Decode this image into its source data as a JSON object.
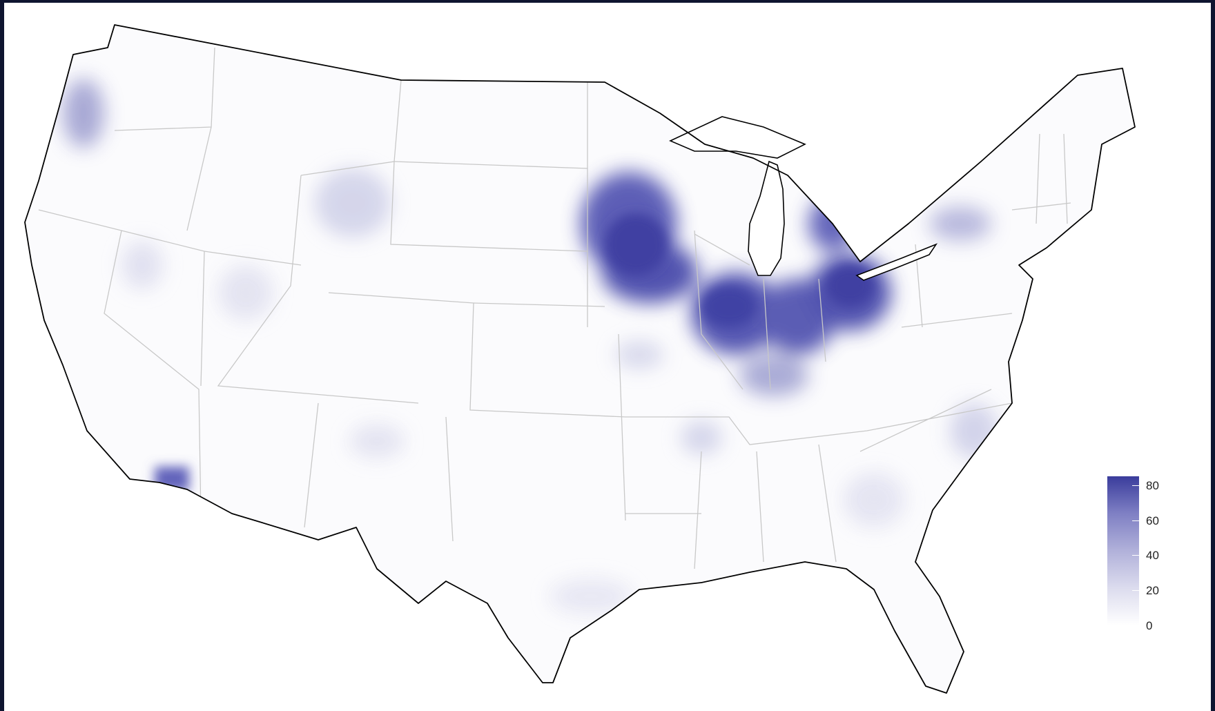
{
  "map": {
    "region": "contiguous-united-states",
    "fill_low_color": "#ffffff",
    "fill_high_color": "#3a3c9c",
    "outline_color": "#000000",
    "state_border_color": "#c8c8c8"
  },
  "legend": {
    "min": 0,
    "max": 85,
    "ticks": [
      "80",
      "60",
      "40",
      "20",
      "0"
    ],
    "tick_values": [
      80,
      60,
      40,
      20,
      0
    ],
    "colors": [
      "#ffffff",
      "#dcdcee",
      "#b1b1da",
      "#7f80c4",
      "#3a3c9c"
    ]
  },
  "hotspots": [
    {
      "name": "minnesota-iowa",
      "value": 70
    },
    {
      "name": "iowa-core",
      "value": 78
    },
    {
      "name": "illinois",
      "value": 75
    },
    {
      "name": "indiana",
      "value": 72
    },
    {
      "name": "ohio-west",
      "value": 76
    },
    {
      "name": "michigan-thumb",
      "value": 68
    },
    {
      "name": "los-angeles",
      "value": 62
    },
    {
      "name": "western-washington",
      "value": 40
    },
    {
      "name": "new-york-west",
      "value": 38
    },
    {
      "name": "kentucky-north",
      "value": 35
    },
    {
      "name": "north-carolina-east",
      "value": 28
    },
    {
      "name": "montana-wyoming",
      "value": 22
    }
  ]
}
